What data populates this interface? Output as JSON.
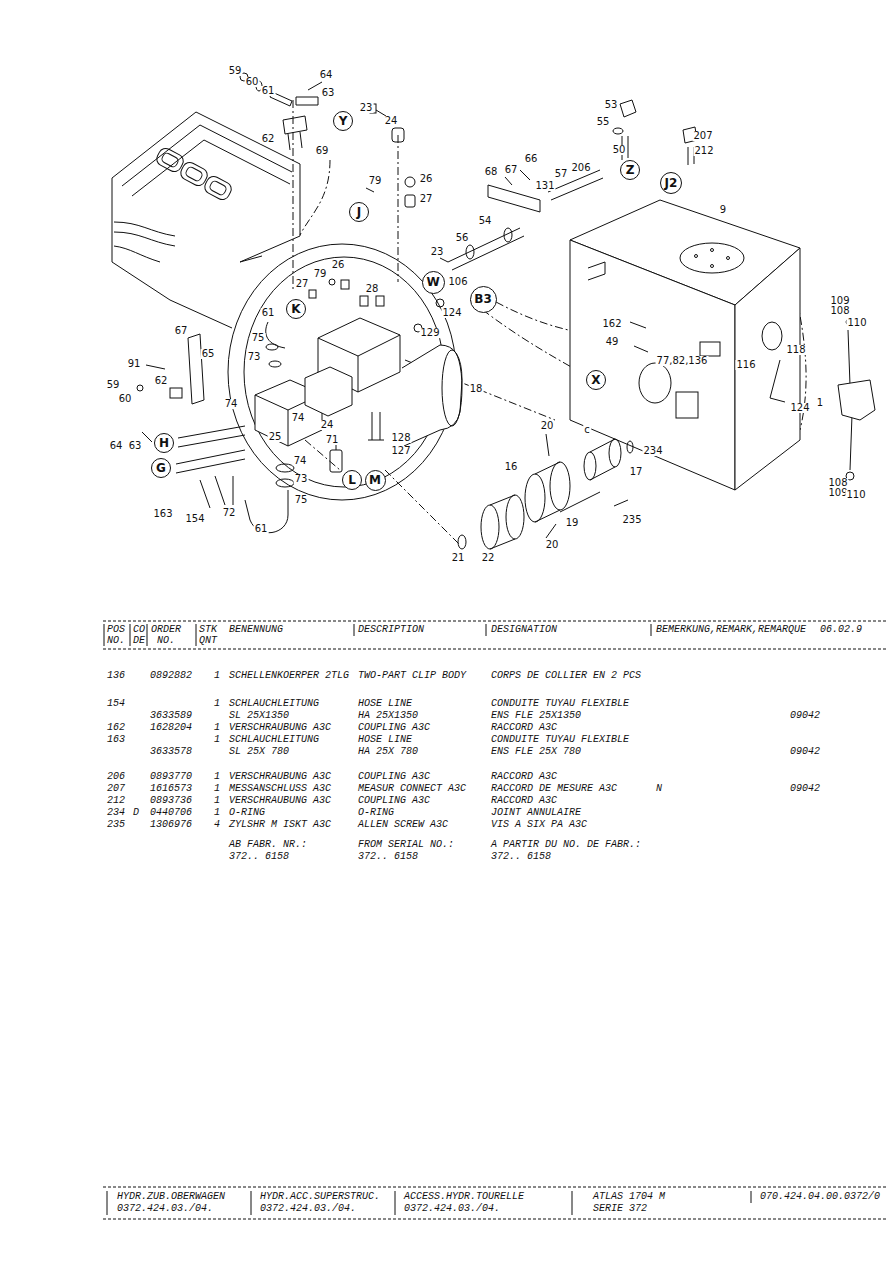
{
  "diagram": {
    "nodes": [
      {
        "text": [
          "Y"
        ]
      },
      {
        "text": [
          "J"
        ]
      },
      {
        "text": [
          "Z"
        ]
      },
      {
        "text": [
          "J2"
        ]
      },
      {
        "text": [
          "W"
        ]
      },
      {
        "text": [
          "B3"
        ]
      },
      {
        "text": [
          "K"
        ]
      },
      {
        "text": [
          "X"
        ]
      },
      {
        "text": [
          "H"
        ]
      },
      {
        "text": [
          "G"
        ]
      },
      {
        "text": [
          "L"
        ]
      },
      {
        "text": [
          "M"
        ]
      }
    ],
    "labels": [
      "59",
      "60",
      "61",
      "64",
      "63",
      "62",
      "69",
      "23",
      "24",
      "79",
      "26",
      "27",
      "53",
      "55",
      "50",
      "207",
      "212",
      "206",
      "57",
      "131",
      "66",
      "67",
      "68",
      "9",
      "54",
      "56",
      "23",
      "106",
      "124",
      "129",
      "79",
      "26",
      "27",
      "28",
      "61",
      "75",
      "73",
      "67",
      "65",
      "91",
      "59",
      "60",
      "62",
      "64",
      "63",
      "74",
      "74",
      "24",
      "25",
      "18",
      "71",
      "128",
      "127",
      "74",
      "73",
      "75",
      "61",
      "72",
      "154",
      "163",
      "20",
      "c",
      "16",
      "17",
      "234",
      "235",
      "19",
      "20",
      "21",
      "22",
      "162",
      "49",
      "77,82,136",
      "116",
      "118",
      "124",
      "1",
      "109",
      "108",
      "110",
      "108",
      "109",
      "110",
      "POS",
      "CO",
      "ORDER",
      "STK",
      "BENENNUNG",
      "DESCRIPTION",
      "DESIGNATION",
      "BEMERKUNG,REMARK,REMARQUE",
      "06.02.9",
      "NO.",
      "DE",
      "NO.",
      "QNT",
      "136",
      "0892882",
      "1",
      "SCHELLENKOERPER 2TLG",
      "TWO-PART CLIP BODY",
      "CORPS DE COLLIER EN 2 PCS",
      "154",
      "1",
      "SCHLAUCHLEITUNG",
      "HOSE LINE",
      "CONDUITE TUYAU FLEXIBLE",
      "3633589",
      "SL 25X1350",
      "HA 25X1350",
      "ENS FLE 25X1350",
      "09042",
      "162",
      "1628204",
      "1",
      "VERSCHRAUBUNG A3C",
      "COUPLING A3C",
      "RACCORD A3C",
      "163",
      "1",
      "SCHLAUCHLEITUNG",
      "HOSE LINE",
      "CONDUITE TUYAU FLEXIBLE",
      "3633578",
      "SL 25X 780",
      "HA 25X 780",
      "ENS FLE 25X 780",
      "09042",
      "206",
      "0893770",
      "1",
      "VERSCHRAUBUNG A3C",
      "COUPLING A3C",
      "RACCORD A3C",
      "207",
      "1616573",
      "1",
      "MESSANSCHLUSS A3C",
      "MEASUR CONNECT A3C",
      "RACCORD DE MESURE A3C",
      "N",
      "09042",
      "212",
      "0893736",
      "1",
      "VERSCHRAUBUNG A3C",
      "COUPLING A3C",
      "RACCORD A3C",
      "234",
      "D",
      "0440706",
      "1",
      "O-RING",
      "O-RING",
      "JOINT ANNULAIRE",
      "235",
      "1306976",
      "4",
      "ZYLSHR M ISKT A3C",
      "ALLEN SCREW A3C",
      "VIS A SIX PA A3C",
      "AB FABR. NR.:",
      "FROM SERIAL NO.:",
      "A PARTIR DU NO. DE FABR.:",
      "372.. 6158",
      "372.. 6158",
      "372.. 6158",
      "HYDR.ZUB.OBERWAGEN",
      "HYDR.ACC.SUPERSTRUC.",
      "ACCESS.HYDR.TOURELLE",
      "ATLAS 1704 M",
      "070.424.04.00.0372/0",
      "0372.424.03./04.",
      "0372.424.03./04.",
      "0372.424.03./04.",
      "SERIE 372"
    ]
  }
}
